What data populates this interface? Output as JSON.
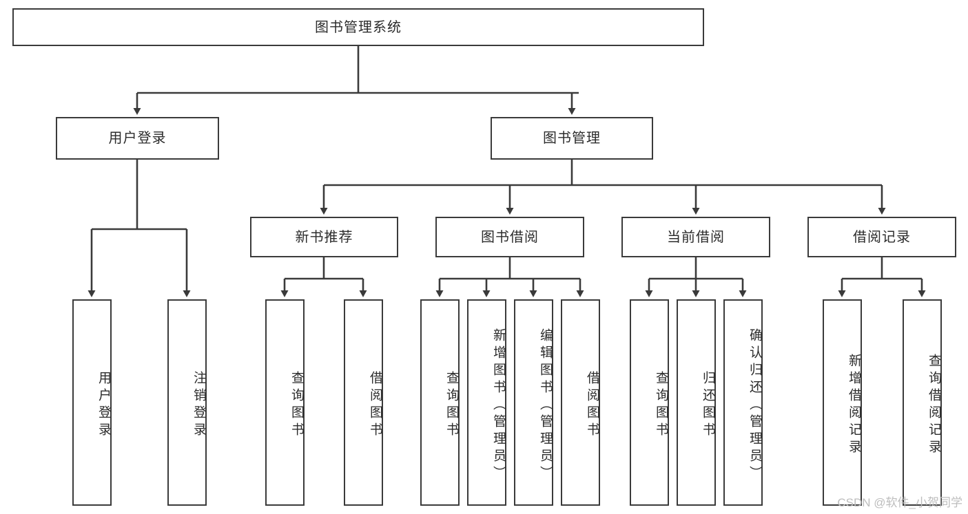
{
  "diagram": {
    "type": "tree",
    "orientation": "top-down",
    "root": {
      "id": "root",
      "label": "图书管理系统"
    },
    "level2": [
      {
        "id": "user-login",
        "label": "用户登录"
      },
      {
        "id": "book-manage",
        "label": "图书管理"
      }
    ],
    "level3": [
      {
        "id": "new-book-recommend",
        "label": "新书推荐"
      },
      {
        "id": "book-borrow",
        "label": "图书借阅"
      },
      {
        "id": "current-borrow",
        "label": "当前借阅"
      },
      {
        "id": "borrow-record",
        "label": "借阅记录"
      }
    ],
    "leaves": {
      "user_login": [
        {
          "id": "leaf-user-login",
          "label": "用户登录"
        },
        {
          "id": "leaf-logout-login",
          "label": "注销登录"
        }
      ],
      "new_book_recommend": [
        {
          "id": "leaf-query-book-1",
          "label": "查询图书"
        },
        {
          "id": "leaf-borrow-book-1",
          "label": "借阅图书"
        }
      ],
      "book_borrow": [
        {
          "id": "leaf-query-book-2",
          "label": "查询图书"
        },
        {
          "id": "leaf-add-book",
          "label": "新增图书（管理员）"
        },
        {
          "id": "leaf-edit-book",
          "label": "编辑图书（管理员）"
        },
        {
          "id": "leaf-borrow-book-2",
          "label": "借阅图书"
        }
      ],
      "current_borrow": [
        {
          "id": "leaf-query-book-3",
          "label": "查询图书"
        },
        {
          "id": "leaf-return-book",
          "label": "归还图书"
        },
        {
          "id": "leaf-confirm-return",
          "label": "确认归还（管理员）"
        }
      ],
      "borrow_record": [
        {
          "id": "leaf-add-record",
          "label": "新增借阅记录"
        },
        {
          "id": "leaf-query-record",
          "label": "查询借阅记录"
        }
      ]
    },
    "colors": {
      "box_border": "#3a3a3a",
      "box_fill": "#ffffff",
      "line": "#3a3a3a",
      "text": "#2b2b2b",
      "watermark": "#bdbdbd",
      "background": "#ffffff"
    }
  },
  "watermark": {
    "text": "CSDN @软件_小贺同学"
  }
}
